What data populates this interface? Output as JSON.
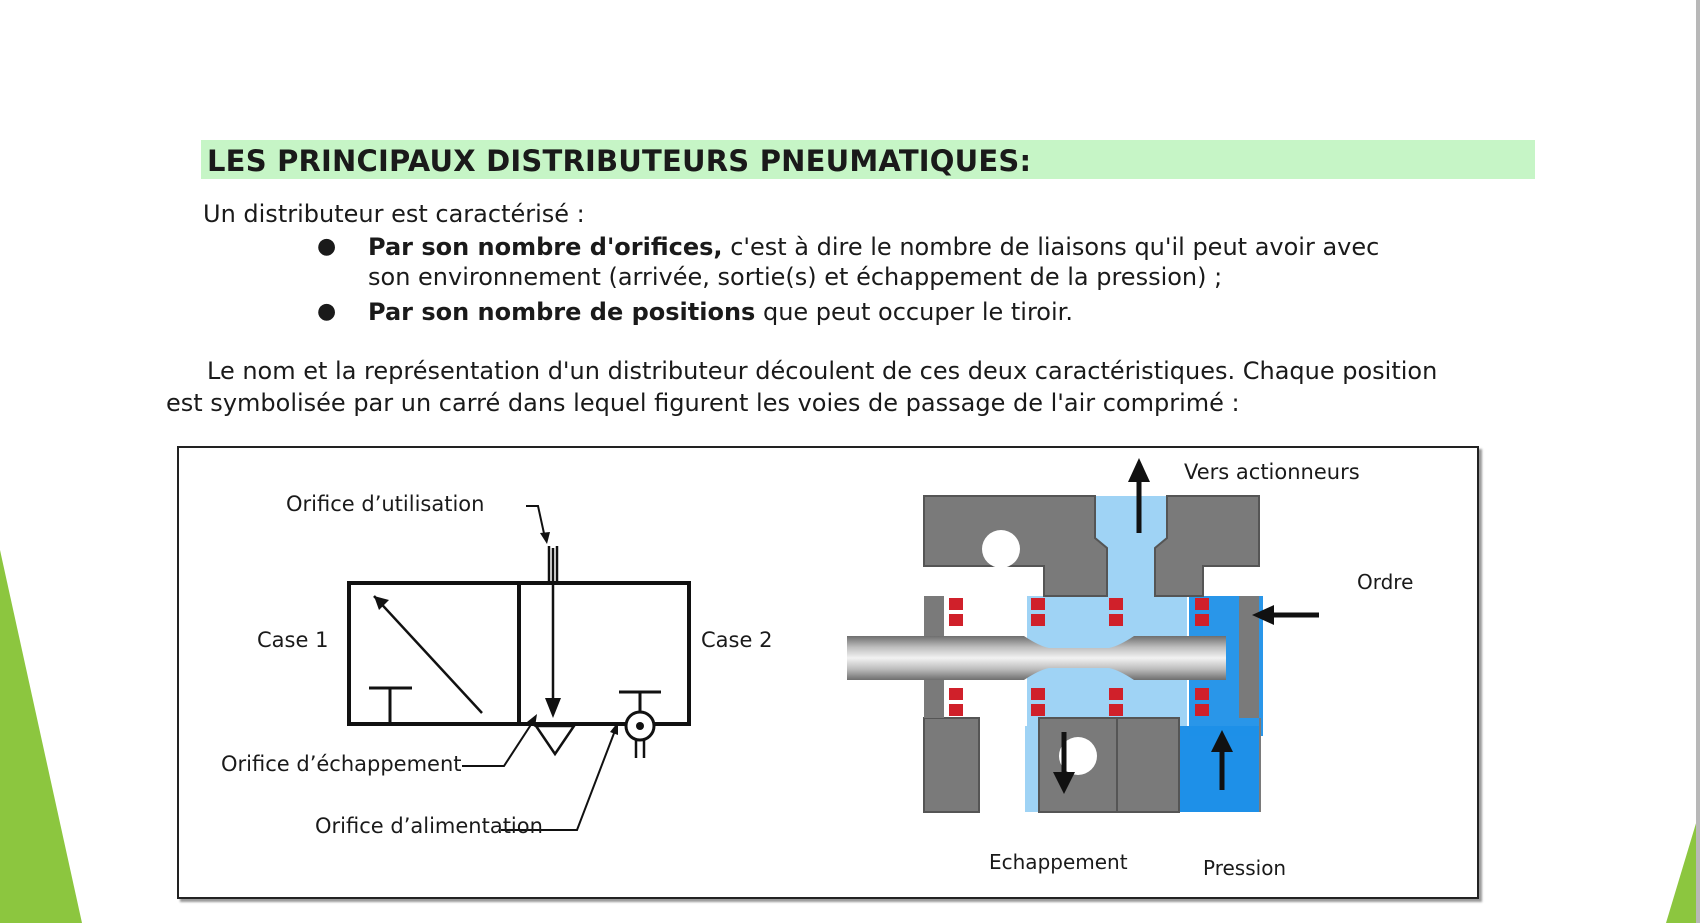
{
  "slide": {
    "title": "LES PRINCIPAUX DISTRIBUTEURS PNEUMATIQUES:",
    "intro": "Un distributeur est caractérisé :",
    "bullets": [
      {
        "bold": "Par son  nombre d'orifices,",
        "rest": " c'est à dire le nombre de liaisons qu'il peut avoir avec",
        "line2": "son environnement (arrivée, sortie(s) et échappement de la pression) ;"
      },
      {
        "bold": "Par son nombre de positions",
        "rest": "  que peut occuper le tiroir.",
        "line2": ""
      }
    ],
    "paragraph": {
      "line1": "Le nom et la représentation d'un distributeur découlent de ces deux caractéristiques. Chaque position",
      "line2": "est symbolisée par un carré dans lequel figurent les voies de passage de l'air comprimé :"
    }
  },
  "figure": {
    "symbol_labels": {
      "utilisation": "Orifice d’utilisation",
      "case1": "Case 1",
      "case2": "Case 2",
      "echappement": "Orifice d’échappement",
      "alimentation": "Orifice d’alimentation"
    },
    "cutaway_labels": {
      "vers_actionneurs": "Vers actionneurs",
      "ordre": "Ordre",
      "echappement": "Echappement",
      "pression": "Pression"
    }
  },
  "colors": {
    "title_band": "#c6f5c6",
    "accent_green": "#8cc63f",
    "air_light_blue": "#9fd3f5",
    "pressure_blue": "#1e90e8",
    "body_gray": "#7a7a7a",
    "seal_red": "#d0202a"
  }
}
